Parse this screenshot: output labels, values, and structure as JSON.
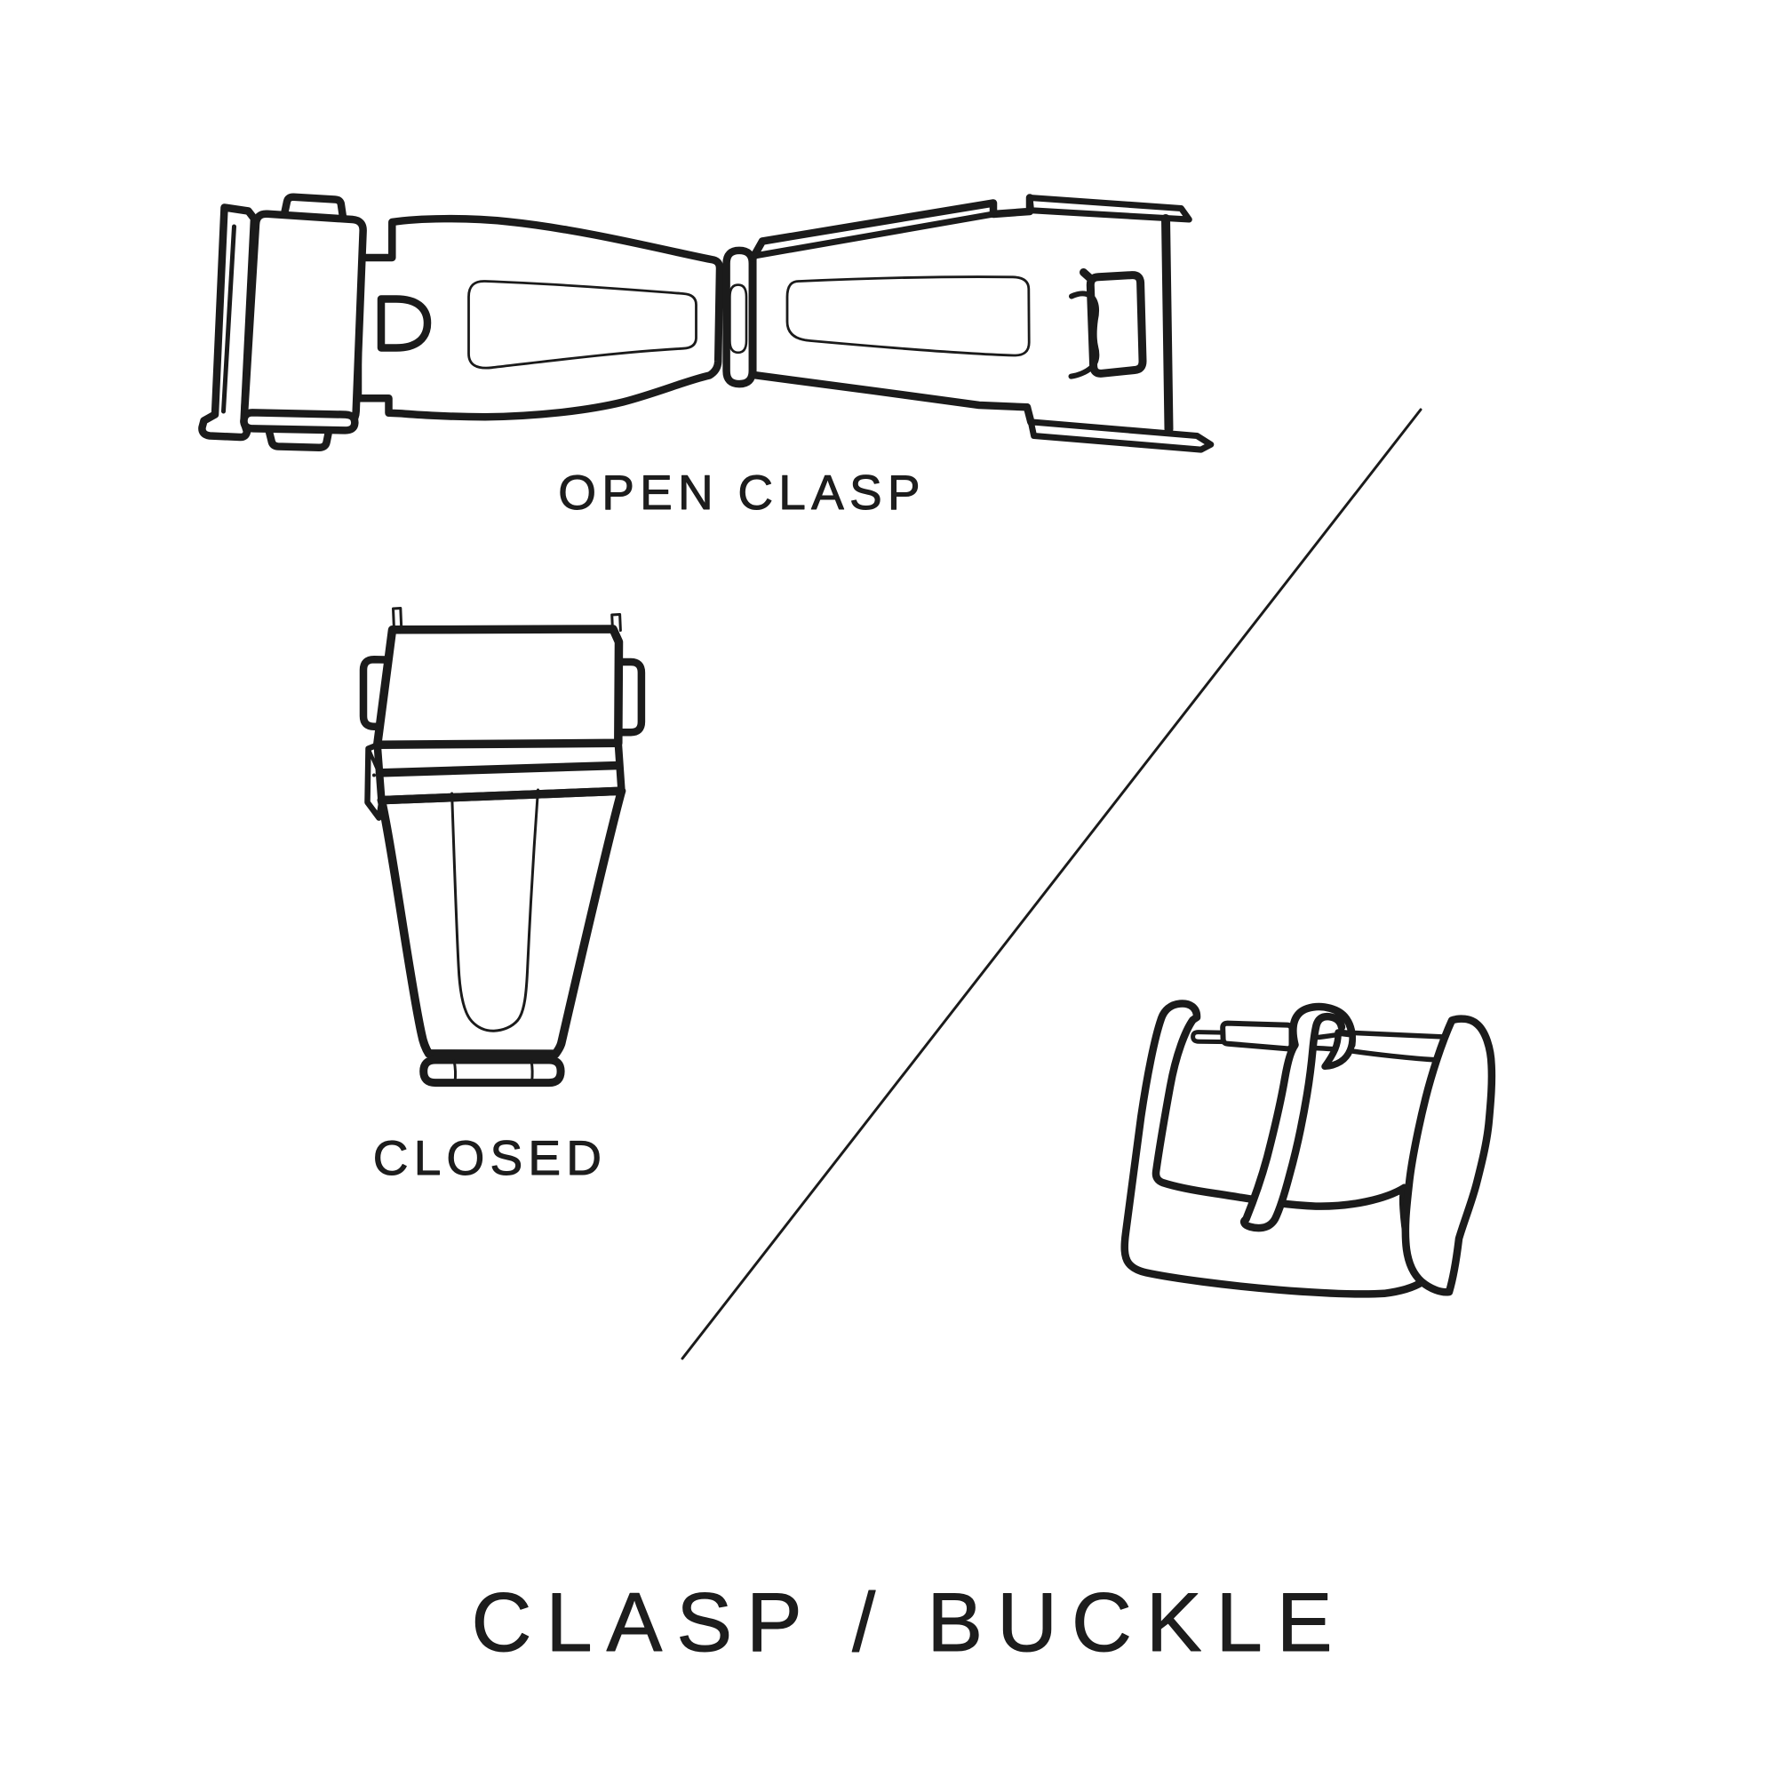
{
  "page": {
    "background_color": "#ffffff",
    "ink_color": "#1b1b1b",
    "description": "Line-art diagram of watch strap fastener types"
  },
  "figures": {
    "open_clasp": {
      "icon": "open-deployant-clasp-drawing",
      "label": "OPEN CLASP"
    },
    "closed_clasp": {
      "icon": "closed-deployant-clasp-drawing",
      "label": "CLOSED"
    },
    "buckle": {
      "icon": "pin-buckle-drawing"
    }
  },
  "labels": {
    "open_clasp": "OPEN CLASP",
    "closed": "CLOSED",
    "title": "CLASP / BUCKLE"
  }
}
